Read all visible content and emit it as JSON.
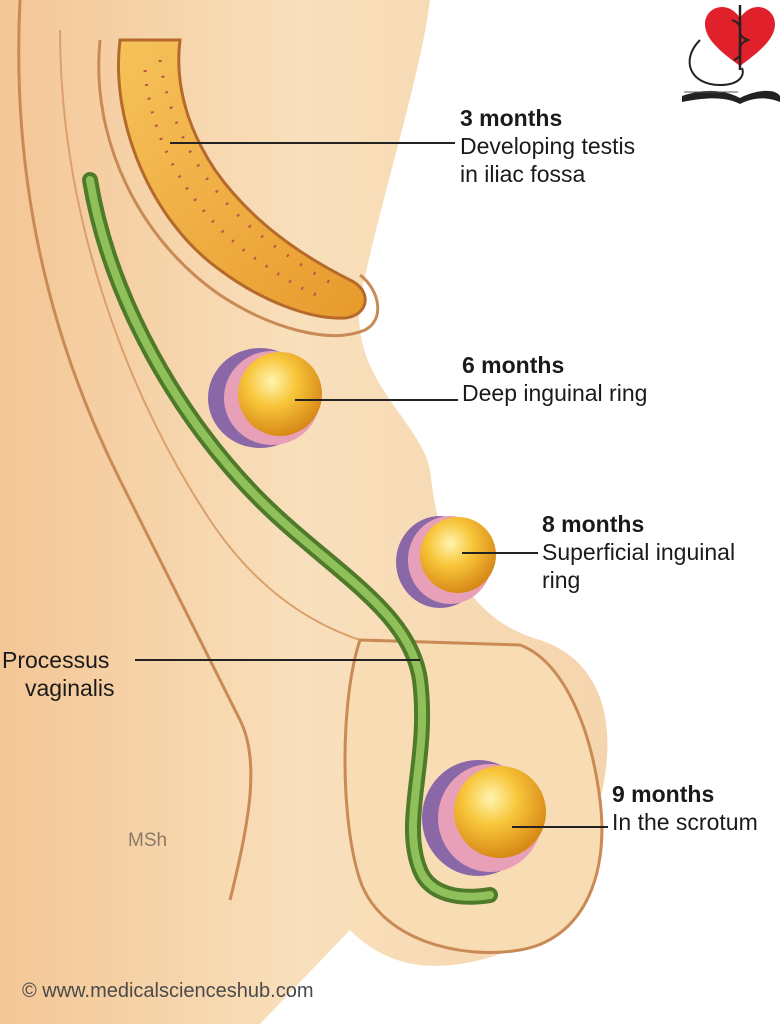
{
  "labels": {
    "m3": {
      "title": "3 months",
      "line1": "Developing testis",
      "line2": "in iliac fossa"
    },
    "m6": {
      "title": "6 months",
      "line1": "Deep inguinal ring"
    },
    "m8": {
      "title": "8 months",
      "line1": "Superficial inguinal",
      "line2": "ring"
    },
    "m9": {
      "title": "9 months",
      "line1": "In the scrotum"
    },
    "processus": {
      "line1": "Processus",
      "line2": "vaginalis"
    }
  },
  "signature": "MSh",
  "copyright": "© www.medicalscienceshub.com",
  "logo_icon": "heart-caduceus-book-logo",
  "colors": {
    "skin": "#f5cf9e",
    "skin_dark": "#c7834c",
    "testis": "#f5b830",
    "tunica_purple": "#8a68a8",
    "tunica_pink": "#e8a0b8",
    "processus_green": "#6f9a3c",
    "logo_red": "#e0202a"
  }
}
